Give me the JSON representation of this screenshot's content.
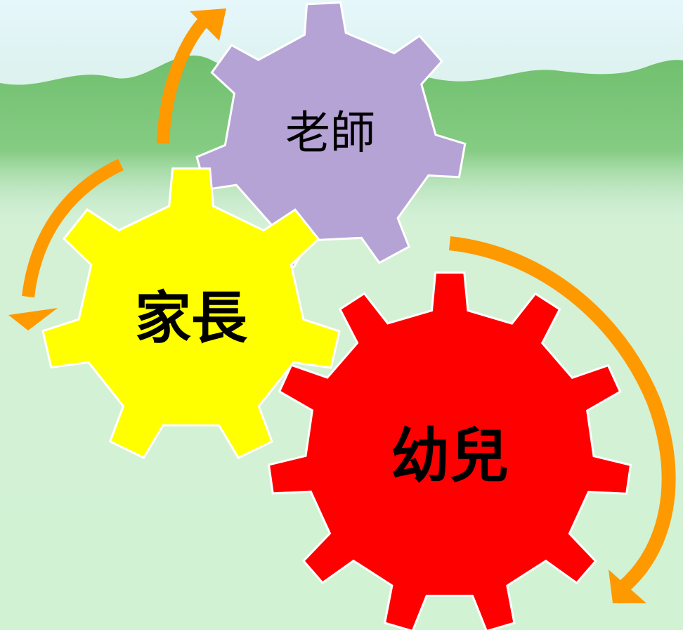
{
  "diagram": {
    "gears": [
      {
        "id": "teacher",
        "label": "老師",
        "color": "#b5a3d6"
      },
      {
        "id": "parent",
        "label": "家長",
        "color": "#ffff00"
      },
      {
        "id": "child",
        "label": "幼兒",
        "color": "#ff0000"
      }
    ],
    "arrow_color": "#ff9900",
    "mountain_color": "#7cc47a",
    "sky_color": "#e6f7fb",
    "meadow_color": "#d4f2d6"
  }
}
